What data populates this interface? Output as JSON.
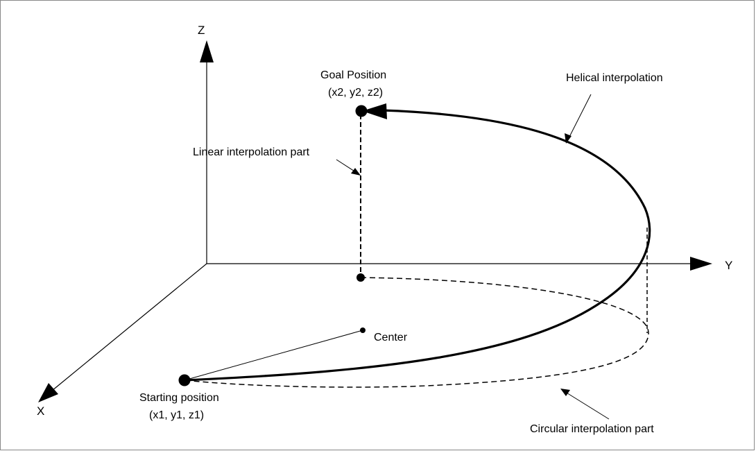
{
  "axes": {
    "x_label": "X",
    "y_label": "Y",
    "z_label": "Z"
  },
  "labels": {
    "goal_title": "Goal Position",
    "goal_coords": "(x2, y2, z2)",
    "start_title": "Starting position",
    "start_coords": "(x1, y1, z1)",
    "center": "Center",
    "helical": "Helical interpolation",
    "linear": "Linear interpolation part",
    "circular": "Circular interpolation part"
  },
  "colors": {
    "stroke": "#000000",
    "background": "#ffffff",
    "frame": "#888888"
  }
}
